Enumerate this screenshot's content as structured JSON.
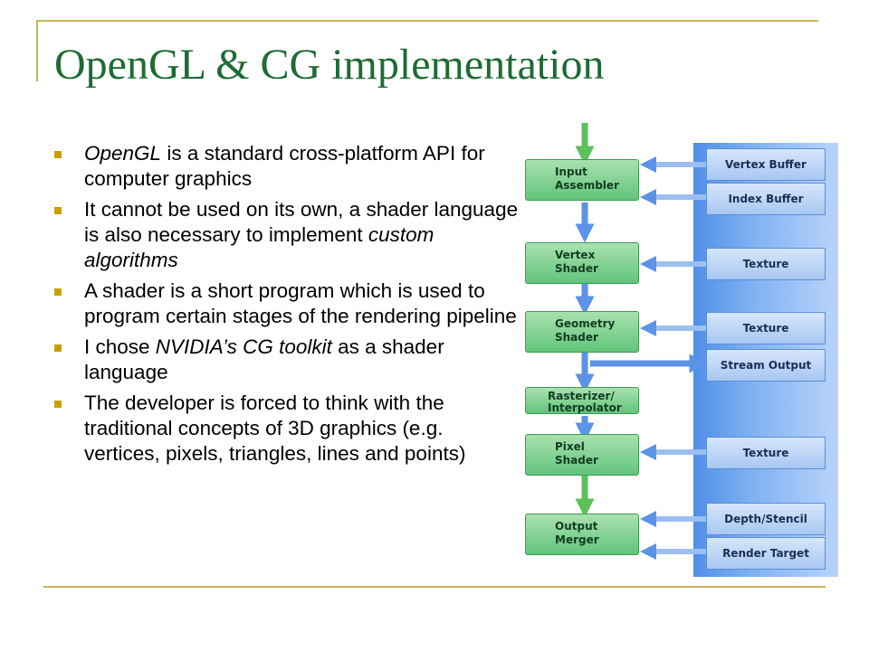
{
  "title": "OpenGL & CG implementation",
  "bullets": [
    {
      "pre": "",
      "em": "OpenGL",
      "post": " is a standard cross-platform API for computer graphics"
    },
    {
      "pre": "It cannot be used on its own, a shader language is also necessary to implement ",
      "em": "custom algorithms",
      "post": ""
    },
    {
      "pre": "A shader is a short program which is used to program certain stages of the rendering pipeline",
      "em": "",
      "post": ""
    },
    {
      "pre": "I chose ",
      "em": "NVIDIA’s CG toolkit",
      "post": " as a shader language"
    },
    {
      "pre": "The developer is forced to think with the traditional concepts of 3D graphics (e.g. vertices, pixels, triangles, lines and points)",
      "em": "",
      "post": ""
    }
  ],
  "pipeline": {
    "stages": [
      {
        "label": "Input\nAssembler"
      },
      {
        "label": "Vertex\nShader"
      },
      {
        "label": "Geometry\nShader"
      },
      {
        "label": "Rasterizer/\nInterpolator"
      },
      {
        "label": "Pixel\nShader"
      },
      {
        "label": "Output\nMerger"
      }
    ],
    "resources": [
      {
        "label": "Vertex Buffer"
      },
      {
        "label": "Index Buffer"
      },
      {
        "label": "Texture"
      },
      {
        "label": "Texture"
      },
      {
        "label": "Stream Output"
      },
      {
        "label": "Texture"
      },
      {
        "label": "Depth/Stencil"
      },
      {
        "label": "Render Target"
      }
    ],
    "colors": {
      "green_arrow": "#5cc15a",
      "blue_arrow": "#5b93e6"
    }
  }
}
